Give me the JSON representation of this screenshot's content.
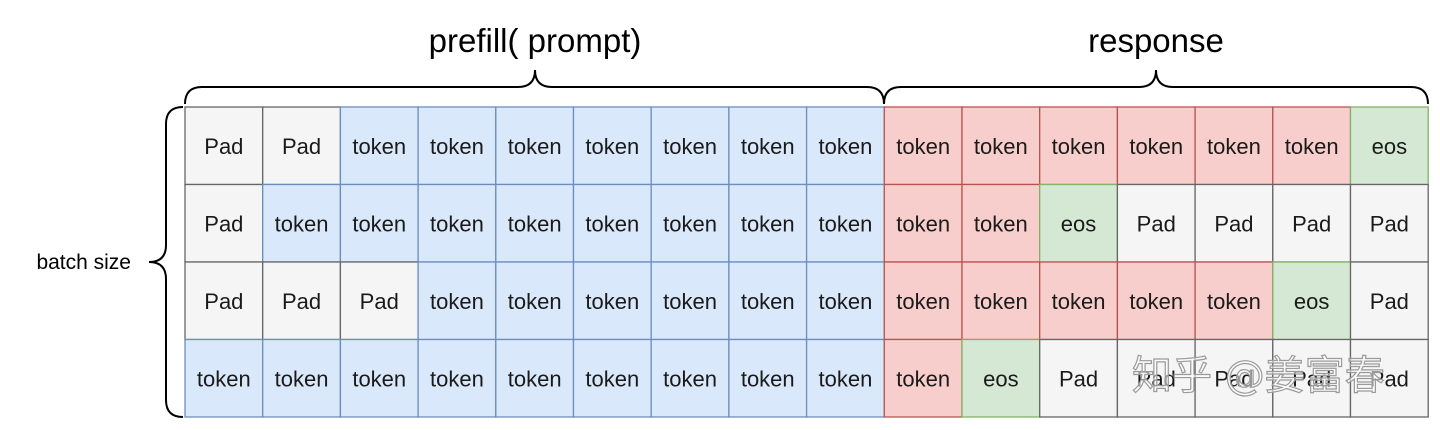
{
  "labels": {
    "prefill": "prefill( prompt)",
    "response": "response",
    "batch": "batch size"
  },
  "watermark": "知乎 @姜富春",
  "legend_colors": {
    "Pad": {
      "fill": "#f5f5f5",
      "stroke": "#666666"
    },
    "prompt-token": {
      "fill": "#dae8fc",
      "stroke": "#6c8ebf"
    },
    "response-token": {
      "fill": "#f8cecc",
      "stroke": "#b85450"
    },
    "eos": {
      "fill": "#d5e8d4",
      "stroke": "#82b366"
    }
  },
  "prefill_columns": 9,
  "rows": [
    [
      "Pad",
      "Pad",
      "token",
      "token",
      "token",
      "token",
      "token",
      "token",
      "token",
      "token",
      "token",
      "token",
      "token",
      "token",
      "token",
      "eos"
    ],
    [
      "Pad",
      "token",
      "token",
      "token",
      "token",
      "token",
      "token",
      "token",
      "token",
      "token",
      "token",
      "eos",
      "Pad",
      "Pad",
      "Pad",
      "Pad"
    ],
    [
      "Pad",
      "Pad",
      "Pad",
      "token",
      "token",
      "token",
      "token",
      "token",
      "token",
      "token",
      "token",
      "token",
      "token",
      "token",
      "eos",
      "Pad"
    ],
    [
      "token",
      "token",
      "token",
      "token",
      "token",
      "token",
      "token",
      "token",
      "token",
      "token",
      "eos",
      "Pad",
      "Pad",
      "Pad",
      "Pad",
      "Pad"
    ]
  ]
}
